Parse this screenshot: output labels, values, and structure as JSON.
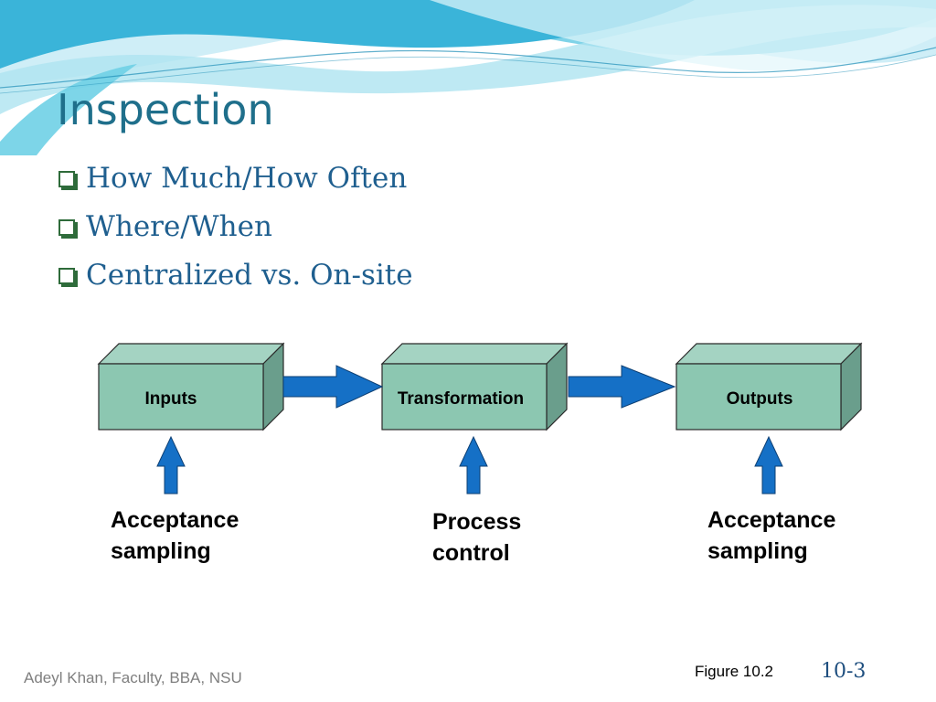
{
  "slide": {
    "title": "Inspection",
    "bullets": [
      "How Much/How Often",
      "Where/When",
      "Centralized vs. On-site"
    ],
    "footer_left": "Adeyl Khan, Faculty, BBA, NSU",
    "figure_ref": "Figure 10.2",
    "slide_number": "10-3"
  },
  "diagram": {
    "boxes": [
      "Inputs",
      "Transformation",
      "Outputs"
    ],
    "captions": [
      "Acceptance\nsampling",
      "Process\ncontrol",
      "Acceptance\nsampling"
    ]
  },
  "colors": {
    "title": "#1f6f8b",
    "bullet_text": "#1f5f8f",
    "checkbox": "#2e6b3a",
    "box_front": "#8cc7b1",
    "box_top": "#a4d3c2",
    "box_side": "#6a9e8c",
    "arrow": "#1570c6",
    "wave_light": "#b8e6f3",
    "wave_mid": "#5cc3de",
    "wave_dark": "#2aa9d2"
  }
}
